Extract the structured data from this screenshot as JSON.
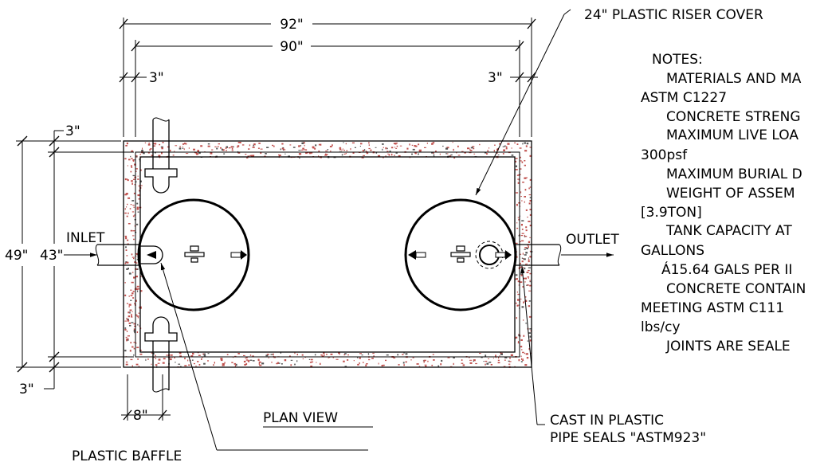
{
  "dimensions": {
    "overall_length": "92\"",
    "inner_length": "90\"",
    "wall_left": "3\"",
    "wall_right": "3\"",
    "wall_top": "3\"",
    "wall_bottom": "3\"",
    "overall_width": "49\"",
    "inner_width": "43\"",
    "baffle_width": "8\""
  },
  "callouts": {
    "riser_cover": "24\" PLASTIC RISER COVER",
    "inlet": "INLET",
    "outlet": "OUTLET",
    "plastic_baffle": "PLASTIC BAFFLE",
    "pipe_seals_line1": "CAST IN PLASTIC",
    "pipe_seals_line2": "PIPE SEALS \"ASTM923\""
  },
  "view_title": "PLAN VIEW",
  "notes": {
    "heading": "NOTES:",
    "lines": [
      "MATERIALS AND MA",
      "ASTM C1227",
      "CONCRETE STRENG",
      "MAXIMUM LIVE LOA",
      "300psf",
      "MAXIMUM BURIAL D",
      "WEIGHT OF ASSEM",
      "[3.9TON]",
      "TANK CAPACITY AT",
      "GALLONS",
      "Á15.64 GALS PER II",
      "CONCRETE CONTAIN",
      "MEETING ASTM C111",
      "lbs/cy",
      "JOINTS ARE SEALE"
    ]
  },
  "colors": {
    "line": "#000000",
    "concrete_speckle": "#c0504d"
  }
}
